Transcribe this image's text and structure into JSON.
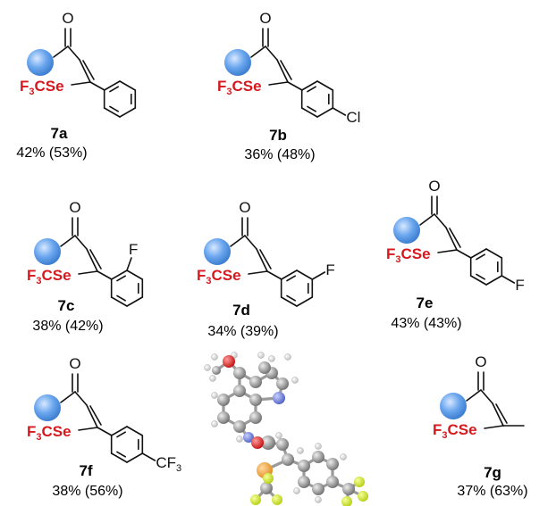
{
  "labels": {
    "carbonyl_o": "O",
    "scf3_prefix": "F",
    "scf3_sub": "3",
    "scf3_suffix": "CSe",
    "cl": "Cl",
    "f": "F",
    "cf3_prefix": "CF",
    "cf3_sub": "3"
  },
  "compounds": [
    {
      "id": "7a",
      "yield": "42% (53%)",
      "substituent": "phenyl"
    },
    {
      "id": "7b",
      "yield": "36% (48%)",
      "substituent": "4-chlorophenyl"
    },
    {
      "id": "7c",
      "yield": "38% (42%)",
      "substituent": "2-fluorophenyl"
    },
    {
      "id": "7d",
      "yield": "34% (39%)",
      "substituent": "3-fluorophenyl"
    },
    {
      "id": "7e",
      "yield": "43% (43%)",
      "substituent": "4-fluorophenyl"
    },
    {
      "id": "7f",
      "yield": "38% (56%)",
      "substituent": "4-trifluoromethylphenyl"
    },
    {
      "id": "7g",
      "yield": "37% (63%)",
      "substituent": "methyl"
    }
  ],
  "colors": {
    "scf3": "#d6191f",
    "sphere": "#5a9ae6",
    "xray_carbon": "#8c8c8c",
    "xray_oxygen": "#e41f1f",
    "xray_nitrogen": "#6f7fd6",
    "xray_selenium": "#f2a23c",
    "xray_fluorine": "#d4ec2a"
  },
  "crystal_structure": {
    "depicts": "7f",
    "style": "ball-and-stick"
  }
}
